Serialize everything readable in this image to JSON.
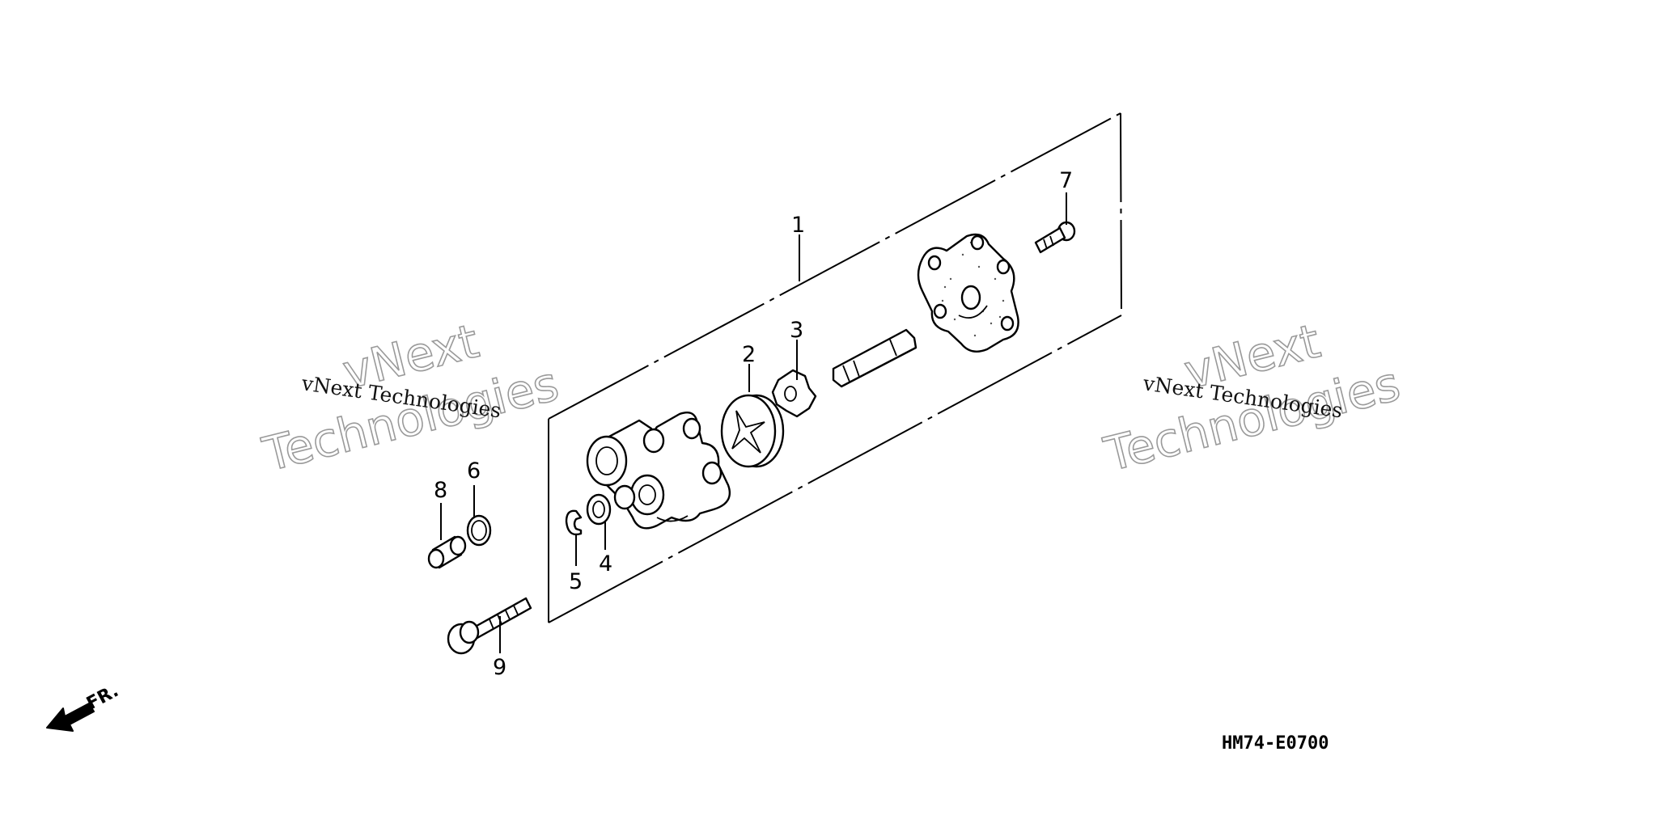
{
  "diagram": {
    "code": "HM74-E0700",
    "front_label": "FR.",
    "callouts": [
      {
        "id": "callout-1",
        "text": "1"
      },
      {
        "id": "callout-2",
        "text": "2"
      },
      {
        "id": "callout-3",
        "text": "3"
      },
      {
        "id": "callout-4",
        "text": "4"
      },
      {
        "id": "callout-5",
        "text": "5"
      },
      {
        "id": "callout-6",
        "text": "6"
      },
      {
        "id": "callout-7",
        "text": "7"
      },
      {
        "id": "callout-8",
        "text": "8"
      },
      {
        "id": "callout-9",
        "text": "9"
      }
    ]
  },
  "watermarks": [
    {
      "small": "vNext Technologies",
      "big_line1": "vNext",
      "big_line2": "Technologies"
    },
    {
      "small": "vNext Technologies",
      "big_line1": "vNext",
      "big_line2": "Technologies"
    }
  ]
}
